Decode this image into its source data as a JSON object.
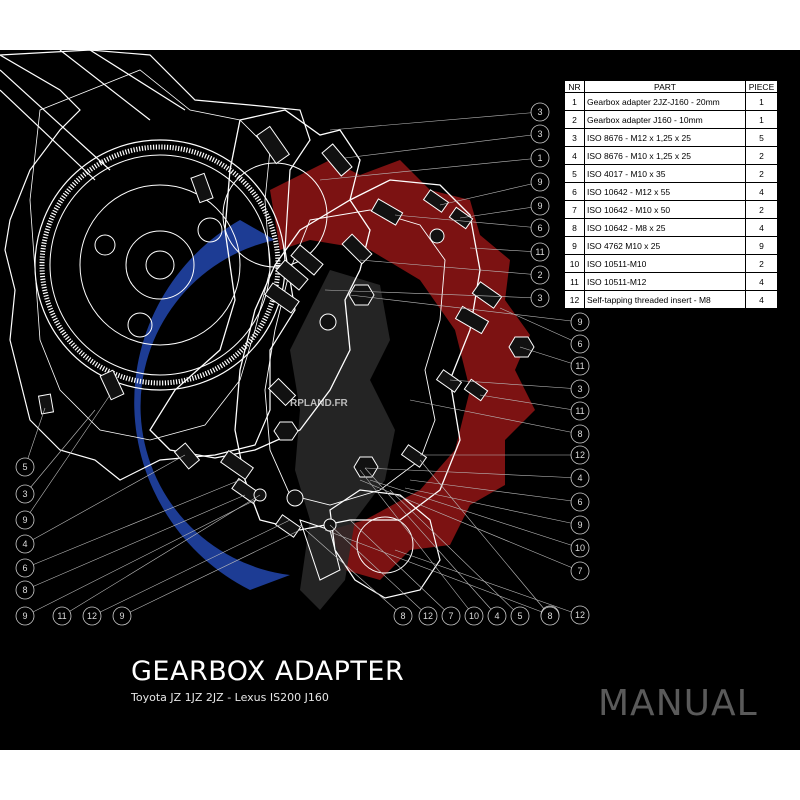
{
  "table": {
    "headers": [
      "NR",
      "PART",
      "PIECE"
    ],
    "rows": [
      {
        "nr": "1",
        "part": "Gearbox adapter 2JZ-J160 - 20mm",
        "piece": "1"
      },
      {
        "nr": "2",
        "part": "Gearbox adapter J160 - 10mm",
        "piece": "1"
      },
      {
        "nr": "3",
        "part": "ISO 8676 - M12 x 1,25 x 25",
        "piece": "5"
      },
      {
        "nr": "4",
        "part": "ISO 8676 - M10 x 1,25 x 25",
        "piece": "2"
      },
      {
        "nr": "5",
        "part": "ISO 4017 - M10 x 35",
        "piece": "2"
      },
      {
        "nr": "6",
        "part": "ISO 10642 - M12 x 55",
        "piece": "4"
      },
      {
        "nr": "7",
        "part": "ISO 10642 - M10 x 50",
        "piece": "2"
      },
      {
        "nr": "8",
        "part": "ISO 10642 - M8 x 25",
        "piece": "4"
      },
      {
        "nr": "9",
        "part": "ISO 4762 M10 x 25",
        "piece": "9"
      },
      {
        "nr": "10",
        "part": "ISO 10511-M10",
        "piece": "2"
      },
      {
        "nr": "11",
        "part": "ISO 10511-M12",
        "piece": "4"
      },
      {
        "nr": "12",
        "part": "Self-tapping threaded insert - M8",
        "piece": "4"
      }
    ]
  },
  "title": "GEARBOX ADAPTER",
  "subtitle": "Toyota JZ 1JZ 2JZ - Lexus IS200 J160",
  "watermark": "MANUAL",
  "logo_text": "RPLAND.FR",
  "callouts": {
    "right": [
      "3",
      "3",
      "1",
      "9",
      "9",
      "6",
      "11",
      "2",
      "3",
      "9",
      "6",
      "11",
      "3",
      "11",
      "8",
      "12",
      "4",
      "6",
      "9",
      "10",
      "7",
      "8",
      "12"
    ],
    "left": [
      "5",
      "3",
      "9",
      "4",
      "6",
      "8",
      "9"
    ],
    "bottom_left": [
      "11",
      "12",
      "9"
    ],
    "bottom": [
      "8",
      "12",
      "7",
      "10",
      "4",
      "5",
      "8"
    ]
  },
  "colors": {
    "background": "#000000",
    "logo_red": "#8a1414",
    "logo_blue": "#1f3f9c",
    "logo_gray": "#2a2a2a",
    "line": "#ffffff"
  }
}
